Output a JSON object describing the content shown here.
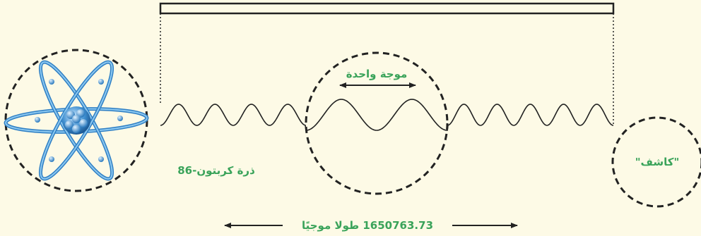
{
  "labels": {
    "one_wave": "موجة واحدة",
    "krypton_atom": "ذرة كربتون-86",
    "detector": "\"كاشف\"",
    "wavelengths": "1650763.73 طولا موجيًا"
  },
  "colors": {
    "background": "#fdfae6",
    "label_green": "#3aa35a",
    "ink": "#222222",
    "atom_blue": "#2f7fc4",
    "atom_light": "#8cc8f0"
  },
  "icons": {
    "atom": "atom-icon"
  }
}
